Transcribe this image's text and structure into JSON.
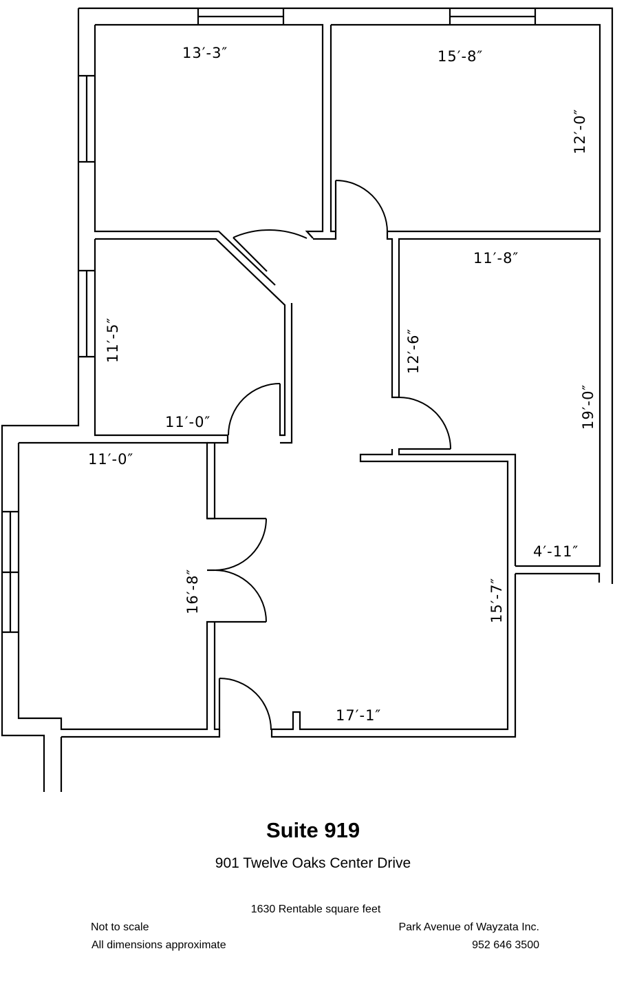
{
  "plan": {
    "dimensions": {
      "office_top_left_width": "13′-3″",
      "office_top_right_width": "15′-8″",
      "office_top_right_depth": "12′-0″",
      "office_mid_left_depth": "11′-5″",
      "office_mid_left_width": "11′-0″",
      "office_right_width": "11′-8″",
      "office_right_depth": "19′-0″",
      "hall_right_depth": "12′-6″",
      "office_bottom_left_width": "11′-0″",
      "office_bottom_left_depth": "16′-8″",
      "reception_depth": "15′-7″",
      "reception_width": "17′-1″",
      "closet_width": "4′-11″"
    }
  },
  "footer": {
    "title": "Suite 919",
    "address": "901 Twelve Oaks Center Drive",
    "area": "1630 Rentable square feet",
    "note_scale": "Not to scale",
    "note_dimensions": "All dimensions approximate",
    "company": "Park Avenue of Wayzata Inc.",
    "phone": "952 646 3500"
  }
}
